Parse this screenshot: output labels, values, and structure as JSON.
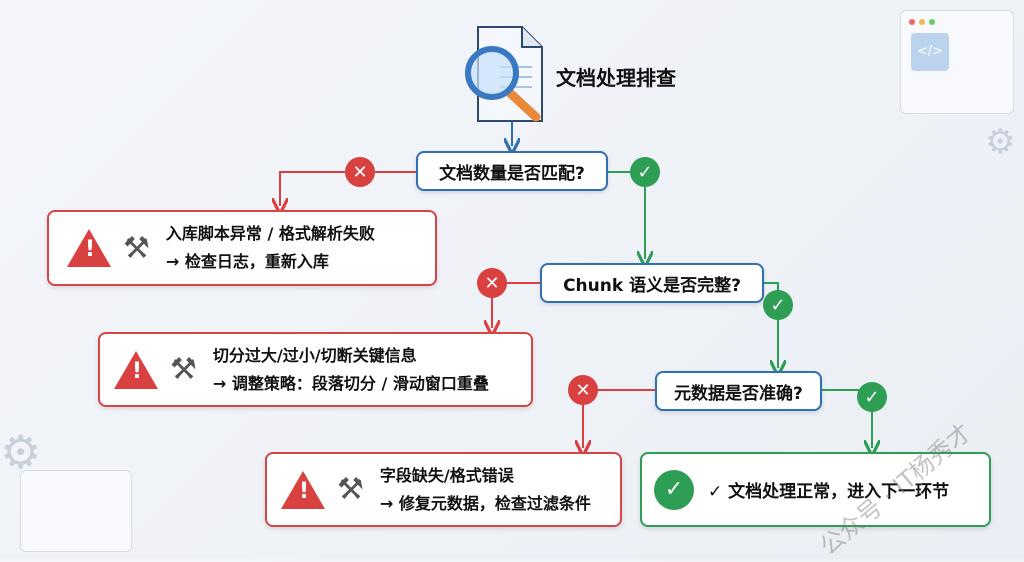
{
  "title": "文档处理排查",
  "questions": [
    "文档数量是否匹配?",
    "Chunk 语义是否完整?",
    "元数据是否准确?"
  ],
  "errors": [
    {
      "line1": "入库脚本异常 / 格式解析失败",
      "line2": "→ 检查日志，重新入库"
    },
    {
      "line1": "切分过大/过小/切断关键信息",
      "line2": "→ 调整策略：段落切分 / 滑动窗口重叠"
    },
    {
      "line1": "字段缺失/格式错误",
      "line2": "→ 修复元数据，检查过滤条件"
    }
  ],
  "success": "✓ 文档处理正常，进入下一环节",
  "watermark": "公众号 · IT杨秀才",
  "colors": {
    "blue": "#2f6fb5",
    "red": "#d94040",
    "green": "#2e9e55"
  }
}
